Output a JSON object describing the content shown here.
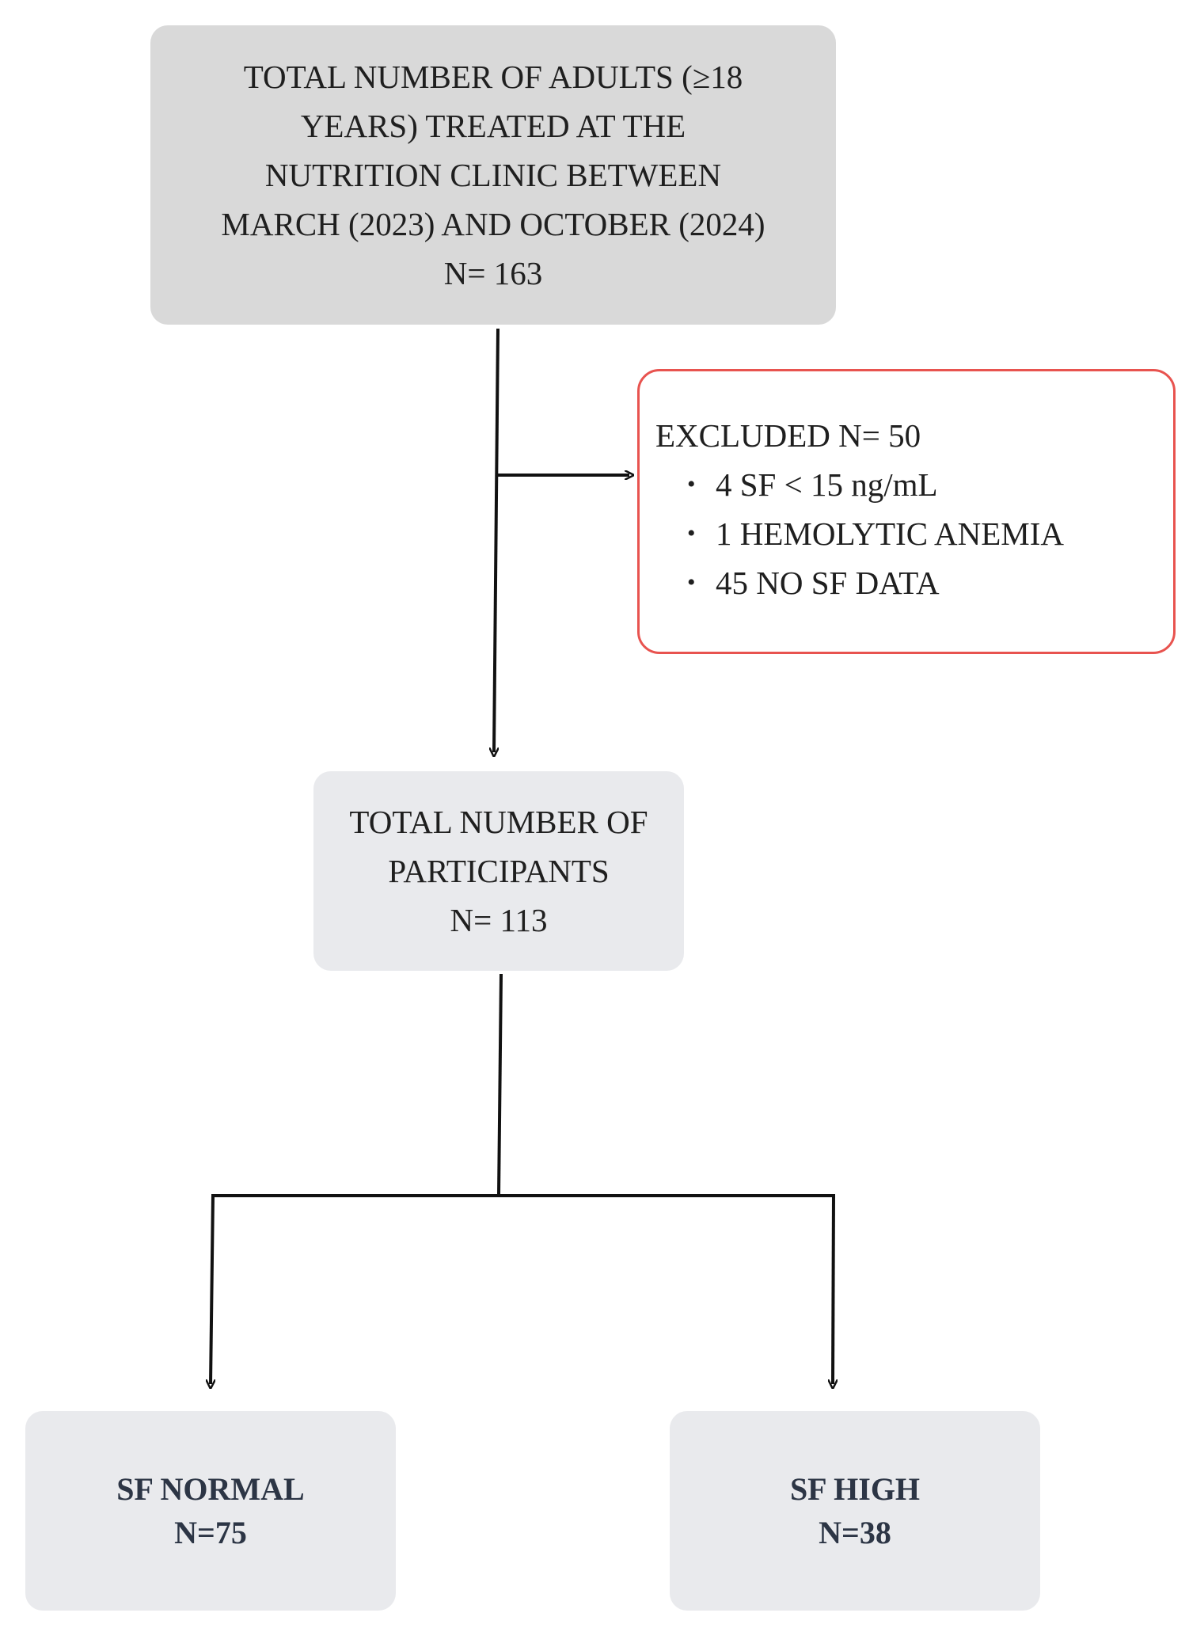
{
  "total_adults": {
    "lines": [
      "TOTAL NUMBER OF ADULTS (≥18",
      "YEARS) TREATED AT THE",
      "NUTRITION CLINIC BETWEEN",
      "MARCH (2023) AND OCTOBER (2024)",
      "N= 163"
    ]
  },
  "excluded": {
    "title": "EXCLUDED N= 50",
    "items": [
      "4  SF < 15 ng/mL",
      "1 HEMOLYTIC ANEMIA",
      "45 NO SF DATA"
    ]
  },
  "participants": {
    "lines": [
      "TOTAL NUMBER OF",
      "PARTICIPANTS",
      "N= 113"
    ]
  },
  "sf_normal": {
    "label": "SF NORMAL",
    "count": "N=75"
  },
  "sf_high": {
    "label": "SF HIGH",
    "count": "N=38"
  },
  "colors": {
    "excluded_border": "#e8534f",
    "top_box_fill": "#d9d9d9",
    "lower_box_fill": "#e9eaed",
    "outcome_text": "#2c3545"
  }
}
